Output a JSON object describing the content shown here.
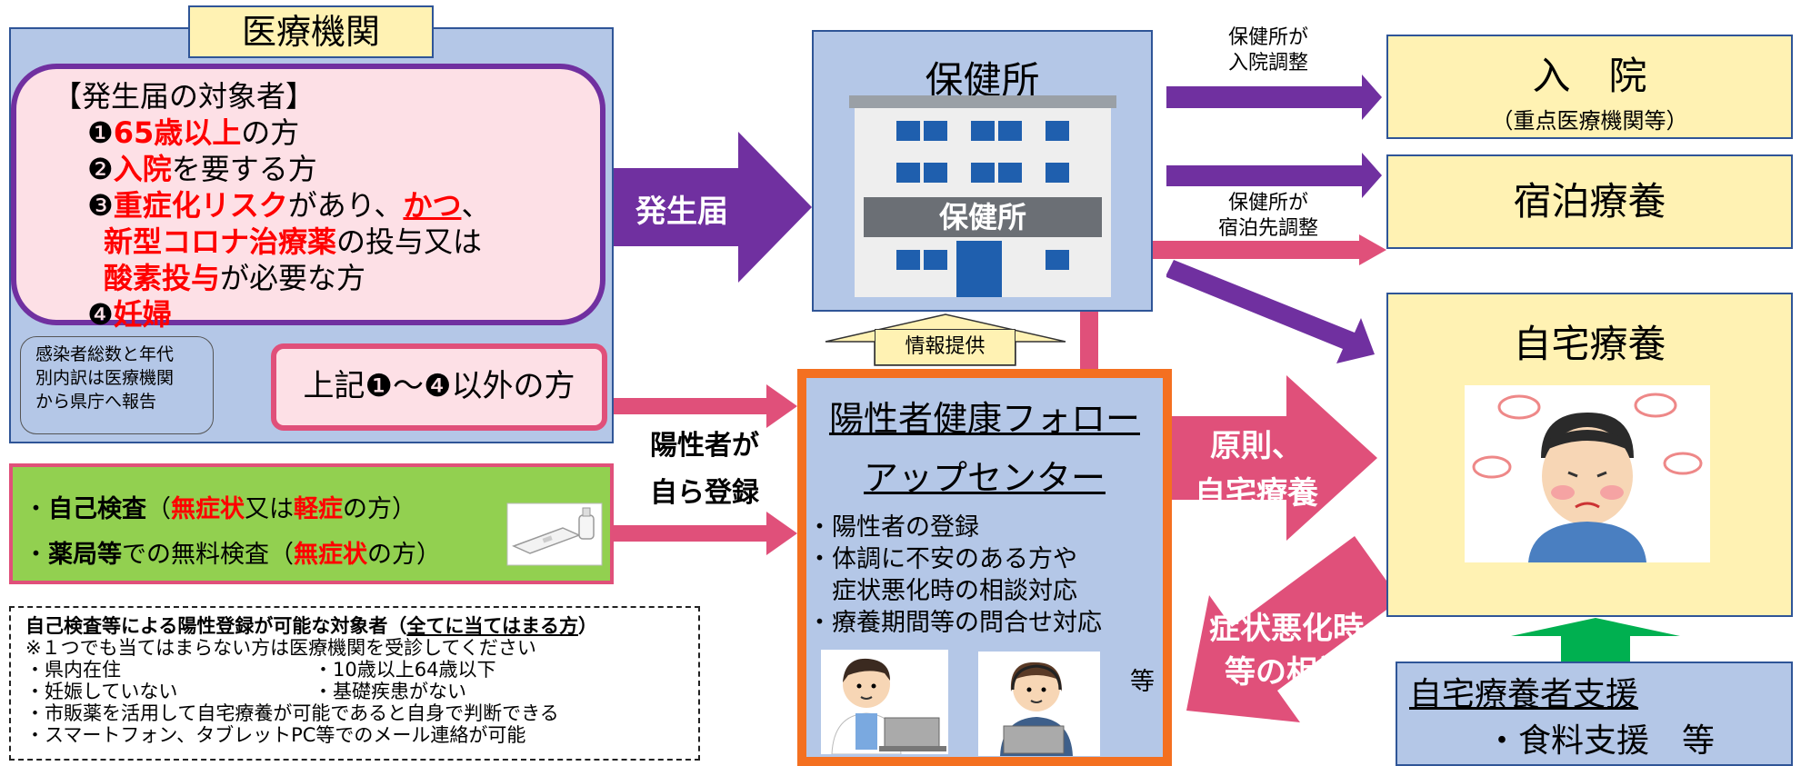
{
  "medical": {
    "title": "医療機関",
    "target_header": "【発生届の対象者】",
    "t1_num": "❶",
    "t1_red": "65歳以上",
    "t1_rest": "の方",
    "t2_num": "❷",
    "t2_red": "入院",
    "t2_rest": "を要する方",
    "t3_num": "❸",
    "t3_red": "重症化リスク",
    "t3_mid": "があり、",
    "t3_red2": "かつ",
    "t3_end": "、",
    "t3b_red": "新型コロナ治療薬",
    "t3b_rest": "の投与又は",
    "t3c_red": "酸素投与",
    "t3c_rest": "が必要な方",
    "t4_num": "❹",
    "t4_red": "妊婦",
    "report_note": [
      "感染者総数と年代",
      "別内訳は医療機関",
      "から県庁へ報告"
    ],
    "other_label": "上記❶～❹以外の方"
  },
  "self_test": {
    "line1_a": "・",
    "line1_b": "自己検査",
    "line1_c": "（",
    "line1_d": "無症状",
    "line1_e": "又は",
    "line1_f": "軽症",
    "line1_g": "の方）",
    "line2_a": "・",
    "line2_b": "薬局等",
    "line2_c": "での無料検査（",
    "line2_d": "無症状",
    "line2_e": "の方）"
  },
  "eligibility": {
    "title_a": "自己検査等による陽性登録が可能な対象者（",
    "title_u": "全てに当てはまる方",
    "title_b": "）",
    "note": "※１つでも当てはまらない方は医療機関を受診してください",
    "c1": "・県内在住",
    "c2": "・10歳以上64歳以下",
    "c3": "・妊娠していない",
    "c4": "・基礎疾患がない",
    "c5": "・市販薬を活用して自宅療養が可能であると自身で判断できる",
    "c6": "・スマートフォン、タブレットPC等でのメール連絡が可能"
  },
  "arrows": {
    "hassei": "発生届",
    "self_reg_1": "陽性者が",
    "self_reg_2": "自ら登録",
    "info": "情報提供",
    "hosp_adj_1": "保健所が",
    "hosp_adj_2": "入院調整",
    "lodge_adj_1": "保健所が",
    "lodge_adj_2": "宿泊先調整",
    "principle_1": "原則、",
    "principle_2": "自宅療養",
    "consult_1": "症状悪化時",
    "consult_2": "等の相談"
  },
  "health_center": {
    "title": "保健所",
    "sign": "保健所"
  },
  "follow_center": {
    "title1": "陽性者健康フォロー",
    "title2": "アップセンター",
    "items": [
      "・陽性者の登録",
      "・体調に不安のある方や",
      "　症状悪化時の相談対応",
      "・療養期間等の問合せ対応"
    ],
    "etc": "等"
  },
  "outcomes": {
    "hosp_title": "入　院",
    "hosp_sub": "（重点医療機関等）",
    "lodge": "宿泊療養",
    "home": "自宅療養",
    "support_title": "自宅療養者支援",
    "support_sub": "・食料支援　等"
  },
  "colors": {
    "purple": "#7030a0",
    "pink": "#e0507a",
    "orange": "#f47020",
    "green": "#00b050",
    "blue_box": "#b4c7e7",
    "yellow_box": "#fff2b3"
  }
}
